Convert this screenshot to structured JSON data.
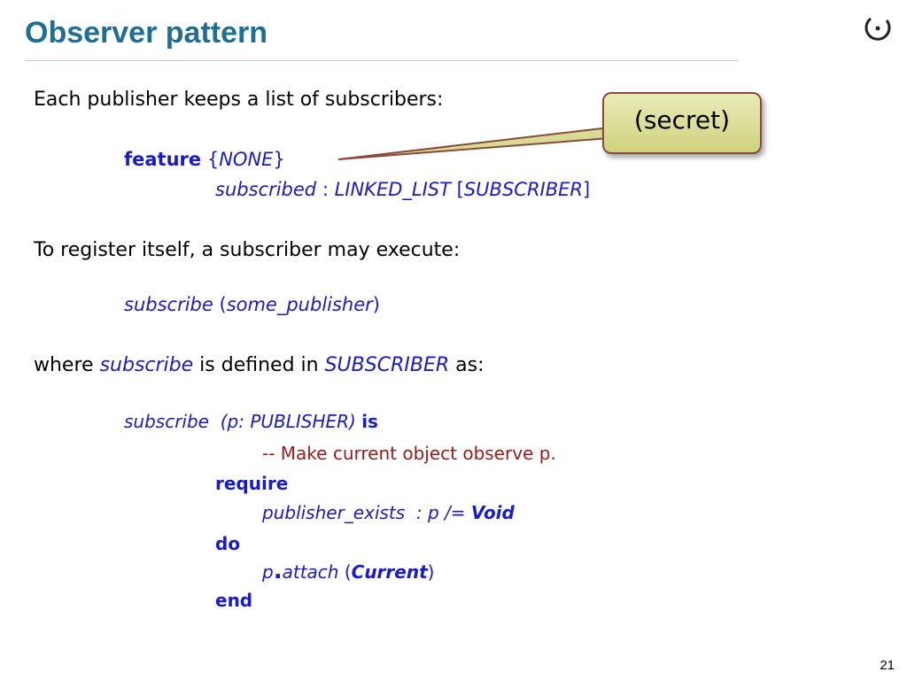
{
  "title": "Observer pattern",
  "callout": "(secret)",
  "line1": "Each publisher keeps a list of subscribers:",
  "feature_kw": "feature",
  "feature_open": "{",
  "none": "NONE",
  "feature_close": "}",
  "subscribed": "subscribed",
  "colon": ":",
  "linked_list": "LINKED_LIST",
  "br_open": "[",
  "subscriber_type": "SUBSCRIBER",
  "br_close": "]",
  "line2": "To register itself, a subscriber may execute:",
  "call_name": "subscribe",
  "call_open": "(",
  "call_arg": "some_publisher",
  "call_close": ")",
  "where": "where",
  "where_subscribe": "subscribe",
  "defined_in": "is defined in",
  "where_subscriber": "SUBSCRIBER",
  "as": "as:",
  "routine_name": "subscribe",
  "routine_params": "(p: PUBLISHER)",
  "routine_is": "is",
  "comment": "-- Make current object observe p.",
  "require": "require",
  "assert_tag": "publisher_exists",
  "assert_expr_a": ": p /=",
  "void": "Void",
  "do": "do",
  "p": "p",
  "dot": ".",
  "attach": "attach",
  "attach_open": "(",
  "current": "Current",
  "attach_close": ")",
  "end": "end",
  "page_number": "21",
  "colors": {
    "title": "#1f6f94",
    "code": "#1a1ac8",
    "comment": "#9a1a1a",
    "callout": "#dfe1a0"
  }
}
